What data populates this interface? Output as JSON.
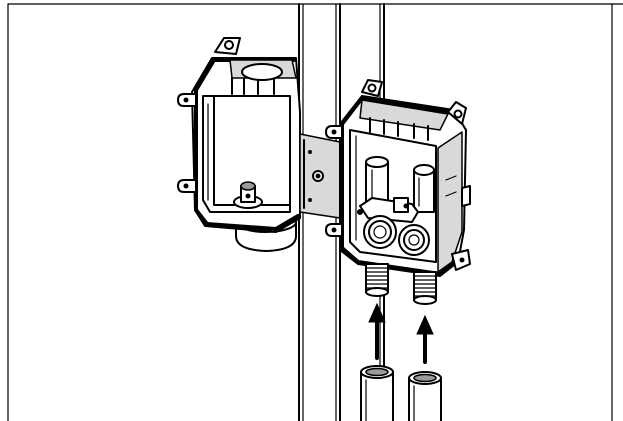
{
  "figure": {
    "kind": "installation-illustration",
    "components": [
      "wall-stud",
      "open-back-box",
      "valve-box",
      "mounting-bracket",
      "supply-pipe",
      "direction-arrow"
    ],
    "colors": {
      "ink": "#000000",
      "paper": "#ffffff",
      "shade": "#d9d9d9",
      "dark_shade": "#9a9a9a"
    }
  }
}
